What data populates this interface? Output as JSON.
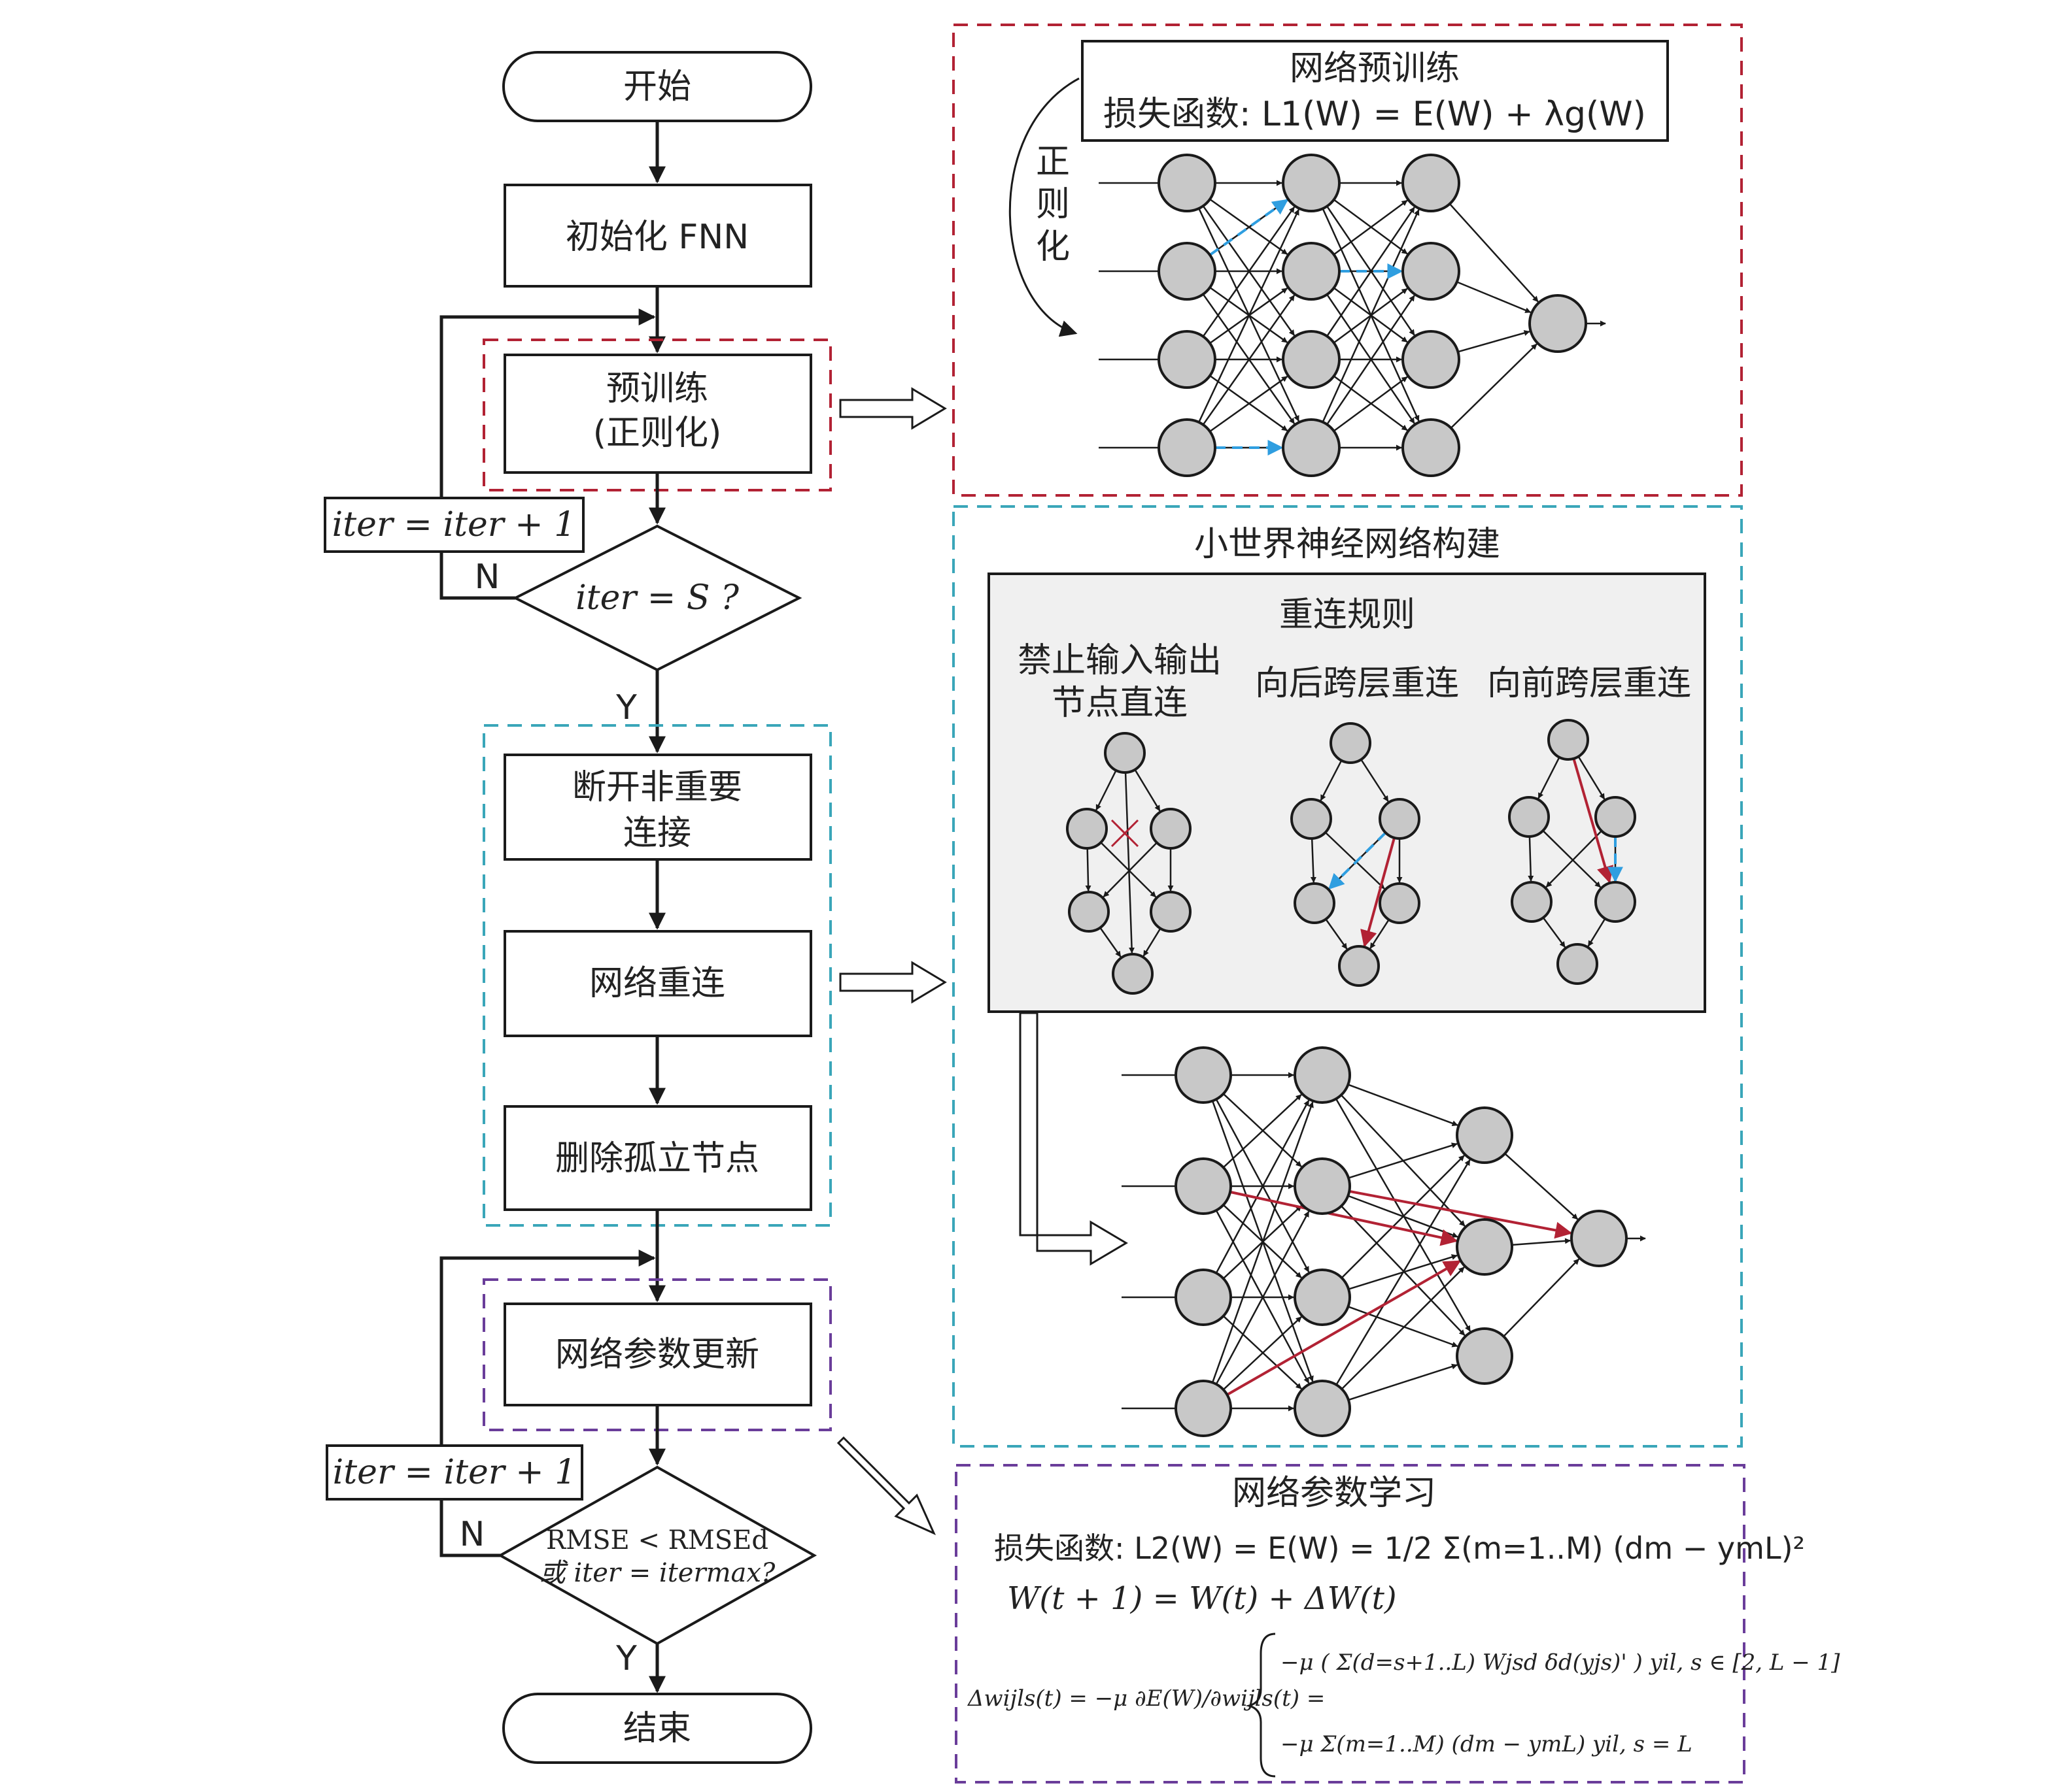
{
  "colors": {
    "pretrain_frame": "#b22234",
    "smallworld_frame": "#3aa6b9",
    "learning_frame": "#6a3d9a",
    "rewire_arrow_red": "#b22234",
    "rewire_arrow_blue": "#2f9ee0",
    "node_fill": "#c8c8c8",
    "rule_panel_fill": "#f0f0f0"
  },
  "flow": {
    "start": "开始",
    "init": "初始化 FNN",
    "pretrain_line1": "预训练",
    "pretrain_line2": "(正则化)",
    "iter_update_1": "iter = iter + 1",
    "decision1": "iter = S ?",
    "n1": "N",
    "y1": "Y",
    "prune_line1": "断开非重要",
    "prune_line2": "连接",
    "rewire": "网络重连",
    "delete": "删除孤立节点",
    "update": "网络参数更新",
    "iter_update_2": "iter = iter + 1",
    "decision2_line1": "RMSE < RMSEd",
    "decision2_line2": "或 iter = itermax?",
    "n2": "N",
    "y2": "Y",
    "end": "结束"
  },
  "pretrain_panel": {
    "title": "网络预训练",
    "loss": "损失函数: L1(W) = E(W) + λg(W)",
    "reg_chars": [
      "正",
      "则",
      "化"
    ]
  },
  "smallworld_panel": {
    "title": "小世界神经网络构建",
    "rules_title": "重连规则",
    "rule1_line1": "禁止输入输出",
    "rule1_line2": "节点直连",
    "rule2": "向后跨层重连",
    "rule3": "向前跨层重连"
  },
  "learning_panel": {
    "title": "网络参数学习",
    "eq1": "损失函数: L2(W) = E(W) = 1/2 Σ(m=1..M) (dm − ymL)²",
    "eq2": "W(t + 1) = W(t) + ΔW(t)",
    "eq3_lhs": "Δwijls(t) = −μ ∂E(W)/∂wijls(t) =",
    "eq3_case1": "−μ ( Σ(d=s+1..L) Wjsd δd(yjs)' ) yil,  s ∈ [2, L − 1]",
    "eq3_case2": "−μ Σ(m=1..M) (dm − ymL) yil,        s = L"
  }
}
